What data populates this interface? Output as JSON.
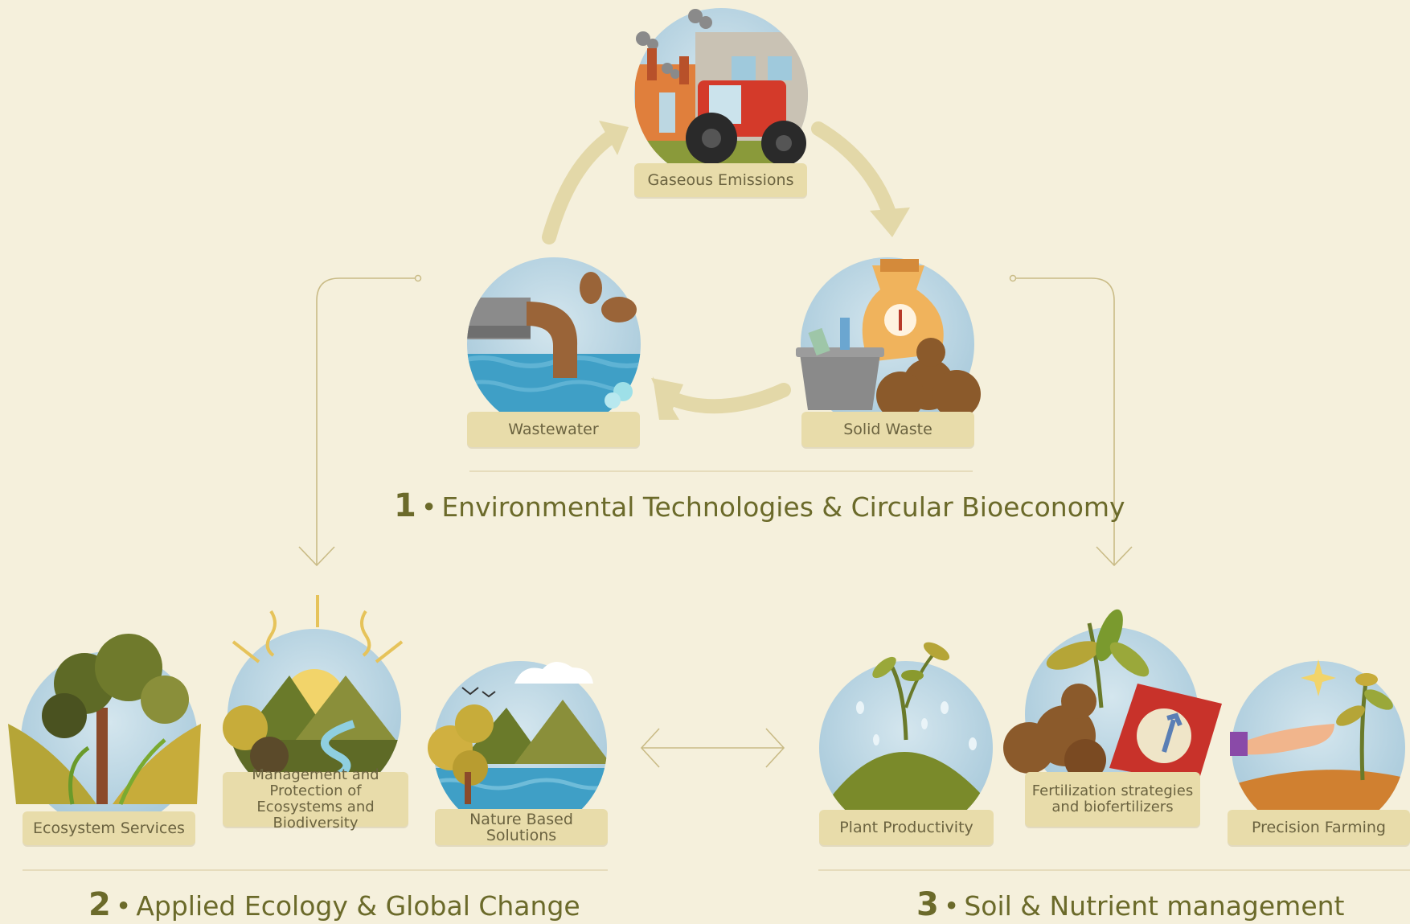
{
  "section1": {
    "number": "1",
    "title": "Environmental Technologies & Circular Bioeconomy"
  },
  "section2": {
    "number": "2",
    "title": "Applied Ecology & Global Change"
  },
  "section3": {
    "number": "3",
    "title": "Soil & Nutrient management"
  },
  "nodes": {
    "gaseous": "Gaseous Emissions",
    "solid": "Solid Waste",
    "wastewater": "Wastewater",
    "ecosystem_services": "Ecosystem Services",
    "management": "Management and Protection of Ecosystems and Biodiversity",
    "nbs": "Nature Based Solutions",
    "plant": "Plant Productivity",
    "fertilization": "Fertilization strategies and biofertilizers",
    "precision": "Precision Farming"
  },
  "colors": {
    "background": "#f5f0dc",
    "label_bg": "#e8dcaa",
    "arrow": "#e3d8a8",
    "title": "#6b6a2a",
    "sky": "#b8d6e4"
  }
}
